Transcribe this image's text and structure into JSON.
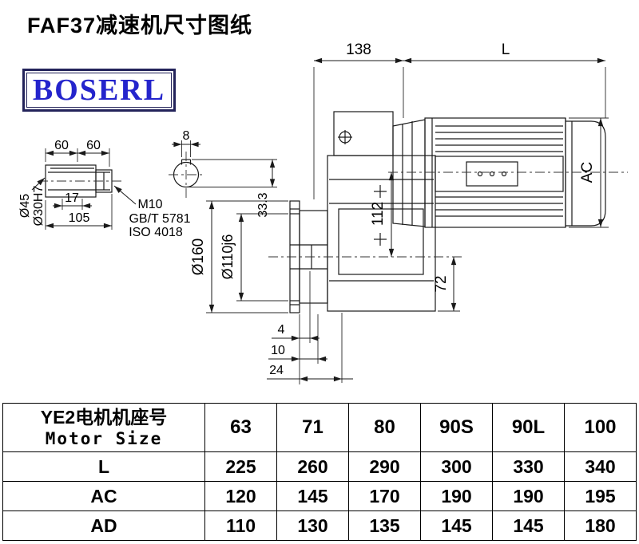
{
  "page": {
    "title": "FAF37减速机尺寸图纸"
  },
  "logo": {
    "text": "BOSERL"
  },
  "drawing": {
    "top_dims": {
      "width": "138",
      "length": "L"
    },
    "motor_dims": {
      "height": "AC"
    },
    "gearbox_dims": {
      "center_height": "112",
      "axis_to_bottom": "72"
    },
    "flange_dims": {
      "outer_dia": "Ø160",
      "spigot_dia": "Ø110j6"
    },
    "bottom_dims": {
      "d1": "4",
      "d2": "10",
      "d3": "24"
    },
    "shaft_detail": {
      "seg1": "60",
      "seg2": "60",
      "key_offset": "17",
      "total_len": "105",
      "outer_dia": "Ø45",
      "bore_dia": "Ø30H7",
      "thread": "M10",
      "std_gb": "GB/T 5781",
      "std_iso": "ISO 4018"
    },
    "keyway_detail": {
      "width": "8",
      "depth": "33.3"
    }
  },
  "table": {
    "header": {
      "label_cn": "YE2电机机座号",
      "label_en": "Motor Size",
      "sizes": [
        "63",
        "71",
        "80",
        "90S",
        "90L",
        "100"
      ]
    },
    "rows": [
      {
        "label": "L",
        "values": [
          "225",
          "260",
          "290",
          "300",
          "330",
          "340"
        ]
      },
      {
        "label": "AC",
        "values": [
          "120",
          "145",
          "170",
          "190",
          "190",
          "195"
        ]
      },
      {
        "label": "AD",
        "values": [
          "110",
          "130",
          "135",
          "145",
          "145",
          "180"
        ]
      }
    ]
  }
}
